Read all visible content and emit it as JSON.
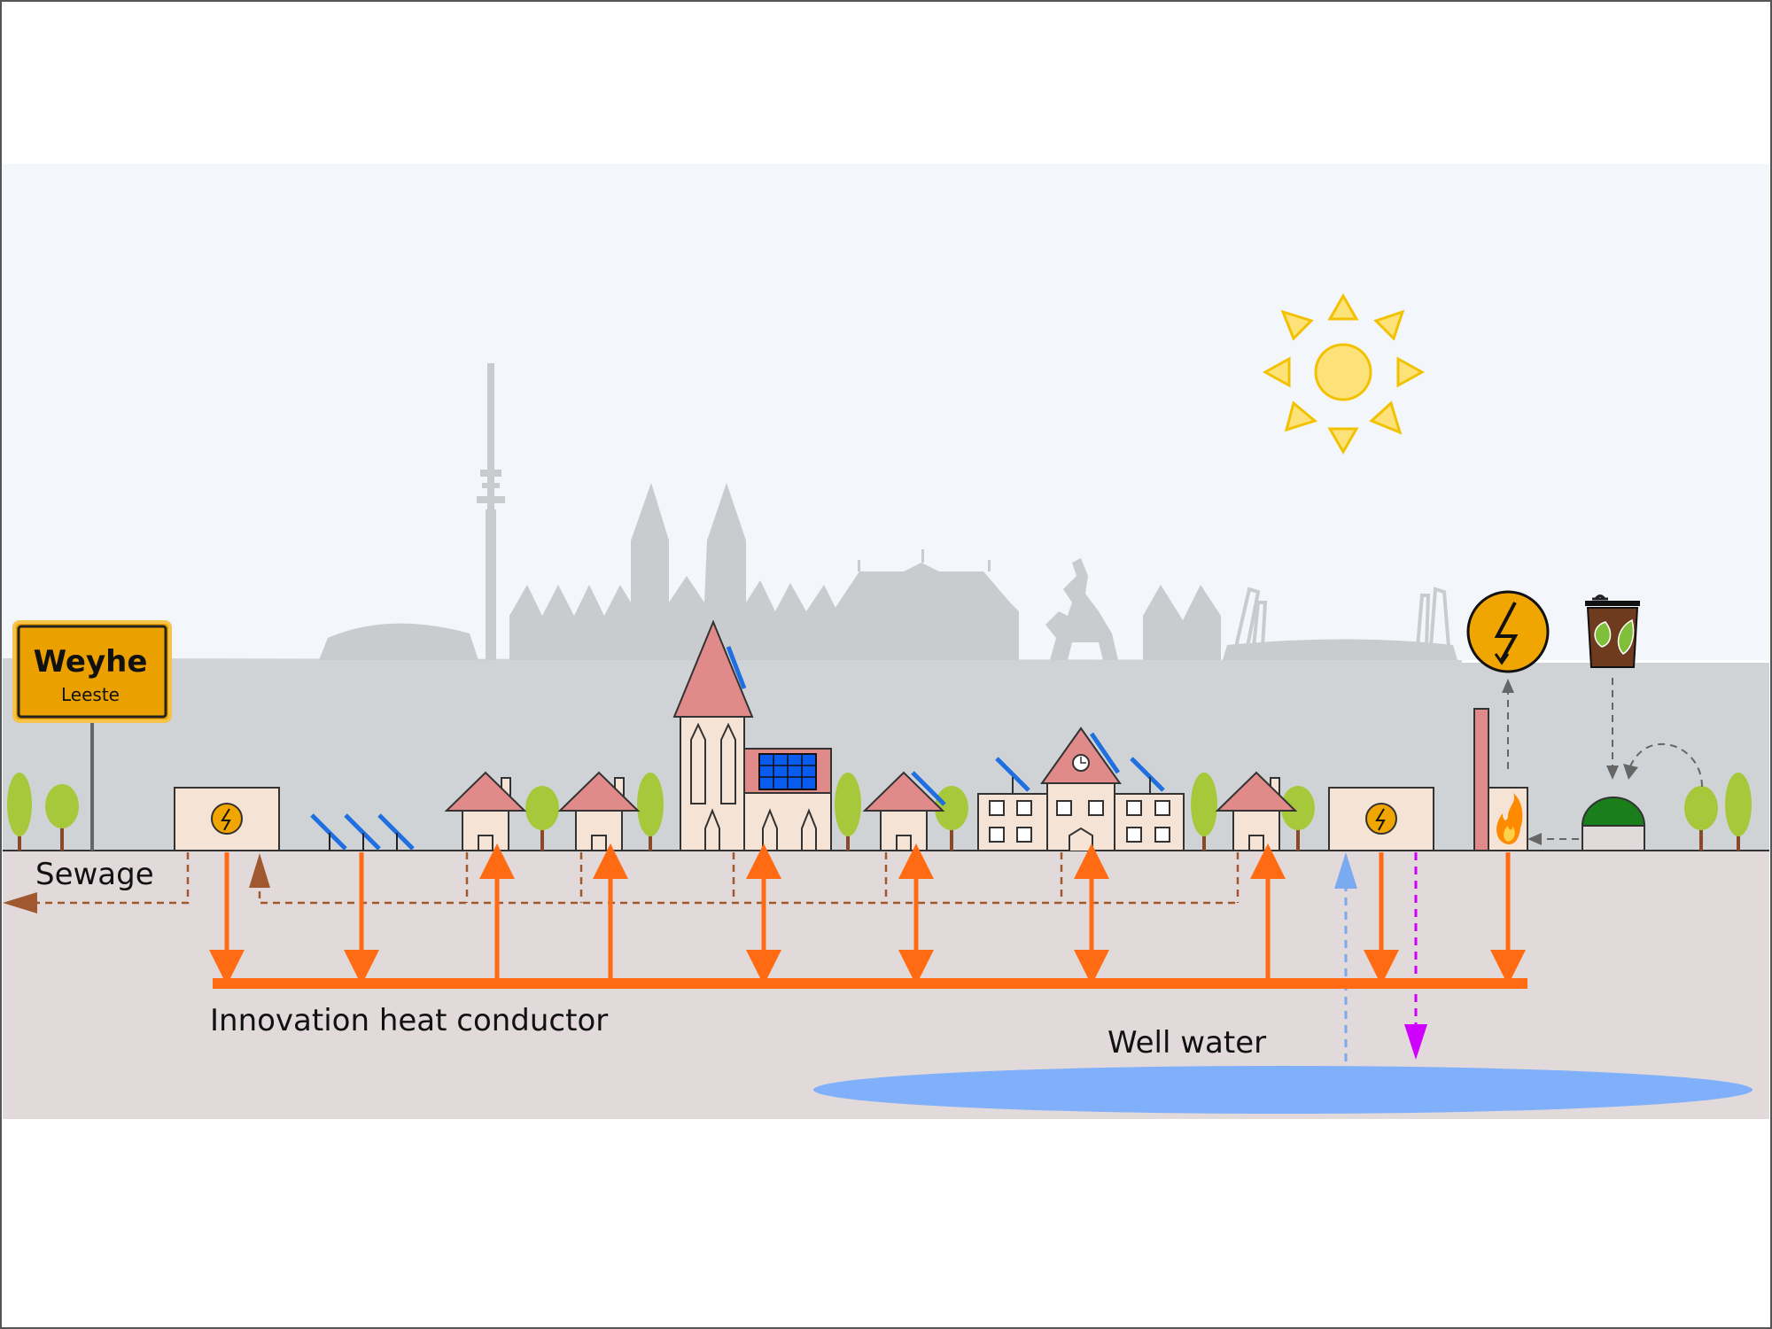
{
  "sign": {
    "town": "Weyhe",
    "district": "Leeste"
  },
  "labels": {
    "sewage": "Sewage",
    "heat_conductor": "Innovation heat conductor",
    "well_water": "Well water"
  },
  "colors": {
    "sky": "#f3f6fa",
    "skyline": "#d0d3d6",
    "silhouette": "#c9cbce",
    "ground": "#e2dada",
    "house_wall": "#f5e3d6",
    "roof": "#e08a8a",
    "heat_pipe": "#ff6a13",
    "sewage": "#a0592f",
    "solar_panel": "#1f6fe0",
    "tree": "#a7c83a",
    "trunk": "#8a4a2a",
    "sun": "#fde27a",
    "sun_stroke": "#f2c200",
    "sign_fill": "#eaa100",
    "well_water": "#80b0fa",
    "inflow": "#7aaaf0",
    "outflow": "#d000ff",
    "power_icon": "#f0a500",
    "bin": "#6e3b1e",
    "biogas_dome": "#1a7f1a"
  },
  "icons": {
    "sun": "sun-icon",
    "power": "lightning-icon",
    "organic_waste": "compost-bin-icon",
    "fire": "flame-icon",
    "clock": "clock-icon"
  }
}
